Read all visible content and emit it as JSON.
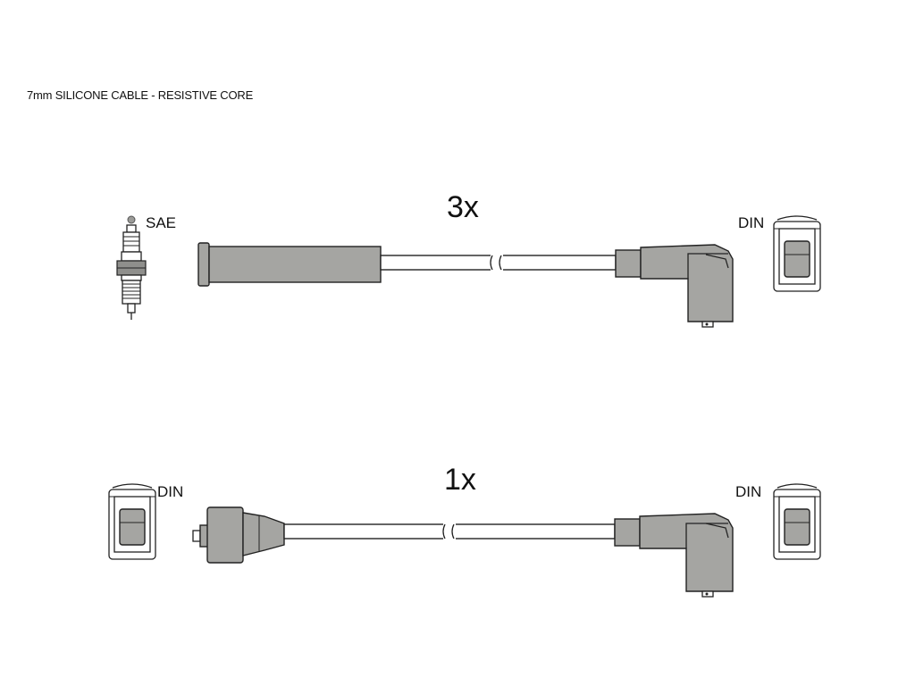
{
  "header": {
    "description": "7mm SILICONE CABLE - RESISTIVE CORE"
  },
  "cables": [
    {
      "quantity": "3x",
      "end_a": "SAE",
      "end_b": "DIN"
    },
    {
      "quantity": "1x",
      "end_a": "DIN",
      "end_b": "DIN"
    }
  ],
  "colors": {
    "part_fill": "#a5a5a2",
    "outline": "#222222"
  }
}
